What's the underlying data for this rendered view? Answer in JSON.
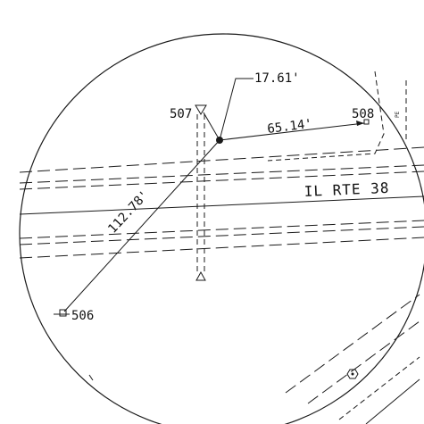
{
  "labels": {
    "dim_offset": "17.61'",
    "point_507": "507",
    "point_508": "508",
    "dim_to_508": "65.14'",
    "road_name": "IL RTE 38",
    "dim_to_506": "112.78'",
    "point_506": "506",
    "tiny_note": "PE"
  },
  "colors": {
    "ink": "#1a1a1a",
    "background": "#ffffff"
  }
}
